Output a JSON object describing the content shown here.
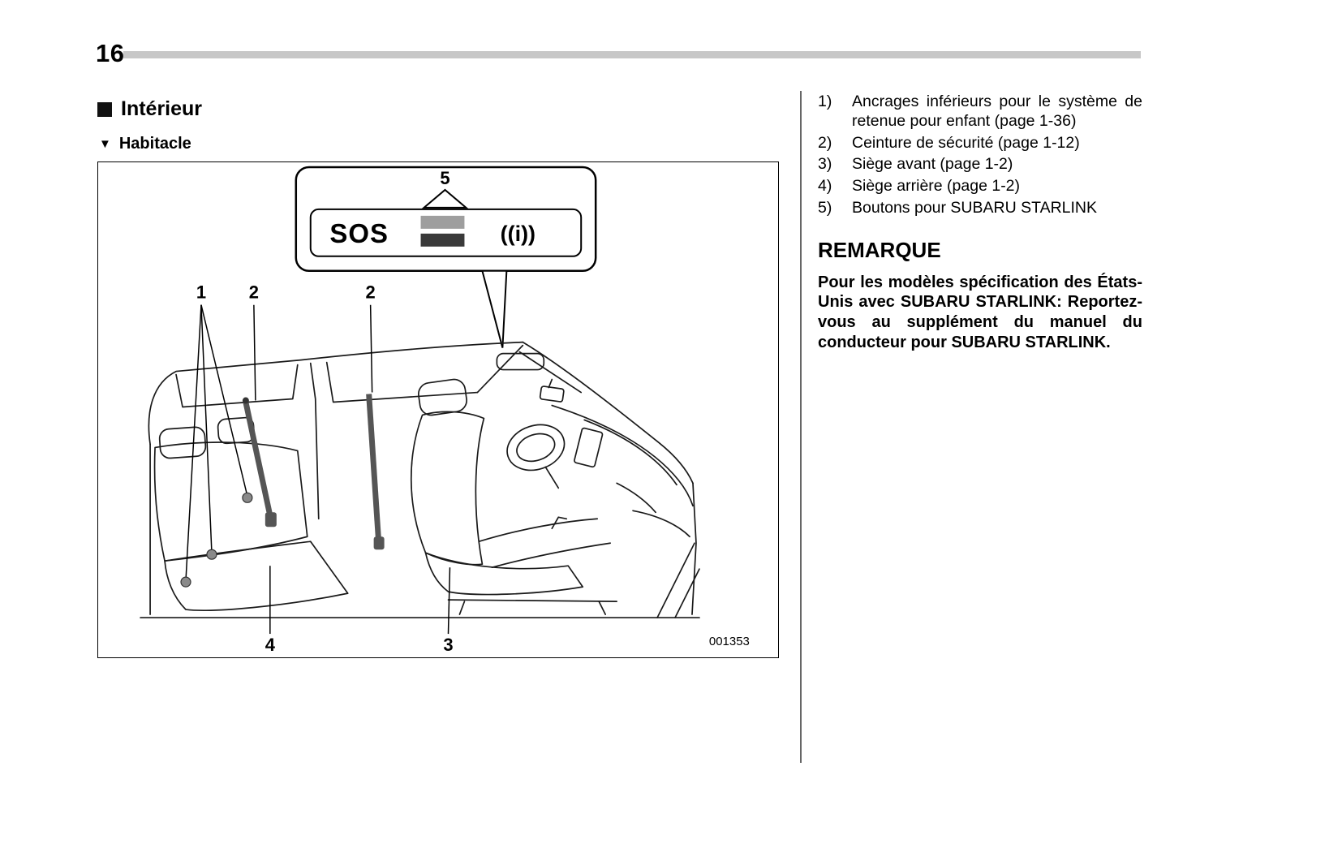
{
  "page": {
    "number": "16"
  },
  "sections": {
    "interior_title": "Intérieur",
    "habitacle_title": "Habitacle"
  },
  "figure": {
    "code": "001353",
    "inset": {
      "sos": "SOS",
      "signal_icon": "((i))"
    },
    "callouts": {
      "c1": "1",
      "c2a": "2",
      "c2b": "2",
      "c3": "3",
      "c4": "4",
      "c5": "5"
    }
  },
  "legend": {
    "items": [
      {
        "num": "1)",
        "text": "Ancrages inférieurs pour le système de retenue pour enfant (page 1-36)"
      },
      {
        "num": "2)",
        "text": "Ceinture de sécurité (page 1-12)"
      },
      {
        "num": "3)",
        "text": "Siège avant (page 1-2)"
      },
      {
        "num": "4)",
        "text": "Siège arrière (page 1-2)"
      },
      {
        "num": "5)",
        "text": "Boutons pour SUBARU STARLINK"
      }
    ]
  },
  "remark": {
    "title": "REMARQUE",
    "body": "Pour les modèles spécification des États-Unis avec SUBARU STARLINK: Reportez-vous au supplément du manuel du conducteur pour SUBARU STARLINK."
  }
}
